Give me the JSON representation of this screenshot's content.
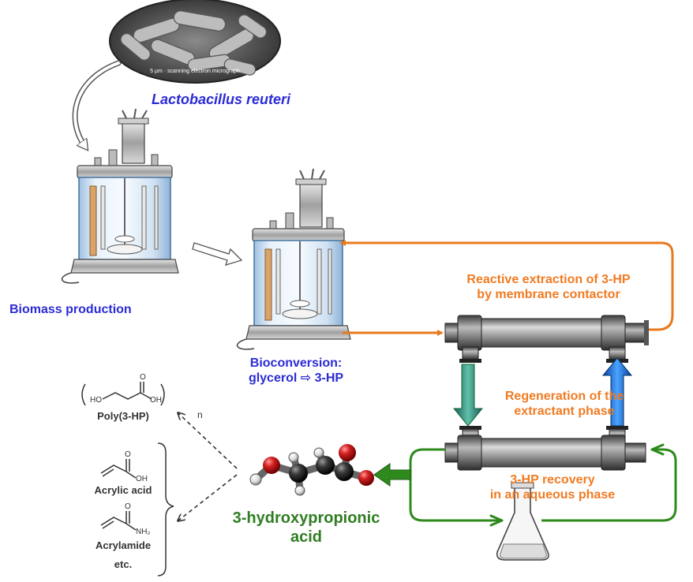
{
  "labels": {
    "organism": "Lactobacillus reuteri",
    "sem_caption": "5 µm  ·  scanning electron micrograph",
    "biomass": "Biomass production",
    "bioconversion_line1": "Bioconversion:",
    "bioconversion_line2": "glycerol ⇨ 3-HP",
    "reactive_line1": "Reactive extraction of 3-HP",
    "reactive_line2": "by membrane contactor",
    "regen_line1": "Regeneration of the",
    "regen_line2": "extractant phase",
    "recovery_line1": "3-HP recovery",
    "recovery_line2": "in an aqueous phase",
    "product_line1": "3-hydroxypropionic",
    "product_line2": "acid"
  },
  "derivatives": {
    "poly_name": "Poly(3-HP)",
    "poly_n": "n",
    "poly_ho": "HO",
    "poly_oh": "OH",
    "poly_o": "O",
    "acrylic_name": "Acrylic acid",
    "acrylic_oh": "OH",
    "acrylic_o": "O",
    "acrylamide_name": "Acrylamide",
    "acrylamide_nh2": "NH₂",
    "acrylamide_o": "O",
    "etc": "etc."
  },
  "colors": {
    "blue_text": "#2b2bd6",
    "orange": "#e87a1e",
    "green": "#2f8a1e",
    "teal_arrow": "#2a8a6a",
    "blue_arrow": "#1f6fd6",
    "module_grey": "#8a8a8a"
  }
}
